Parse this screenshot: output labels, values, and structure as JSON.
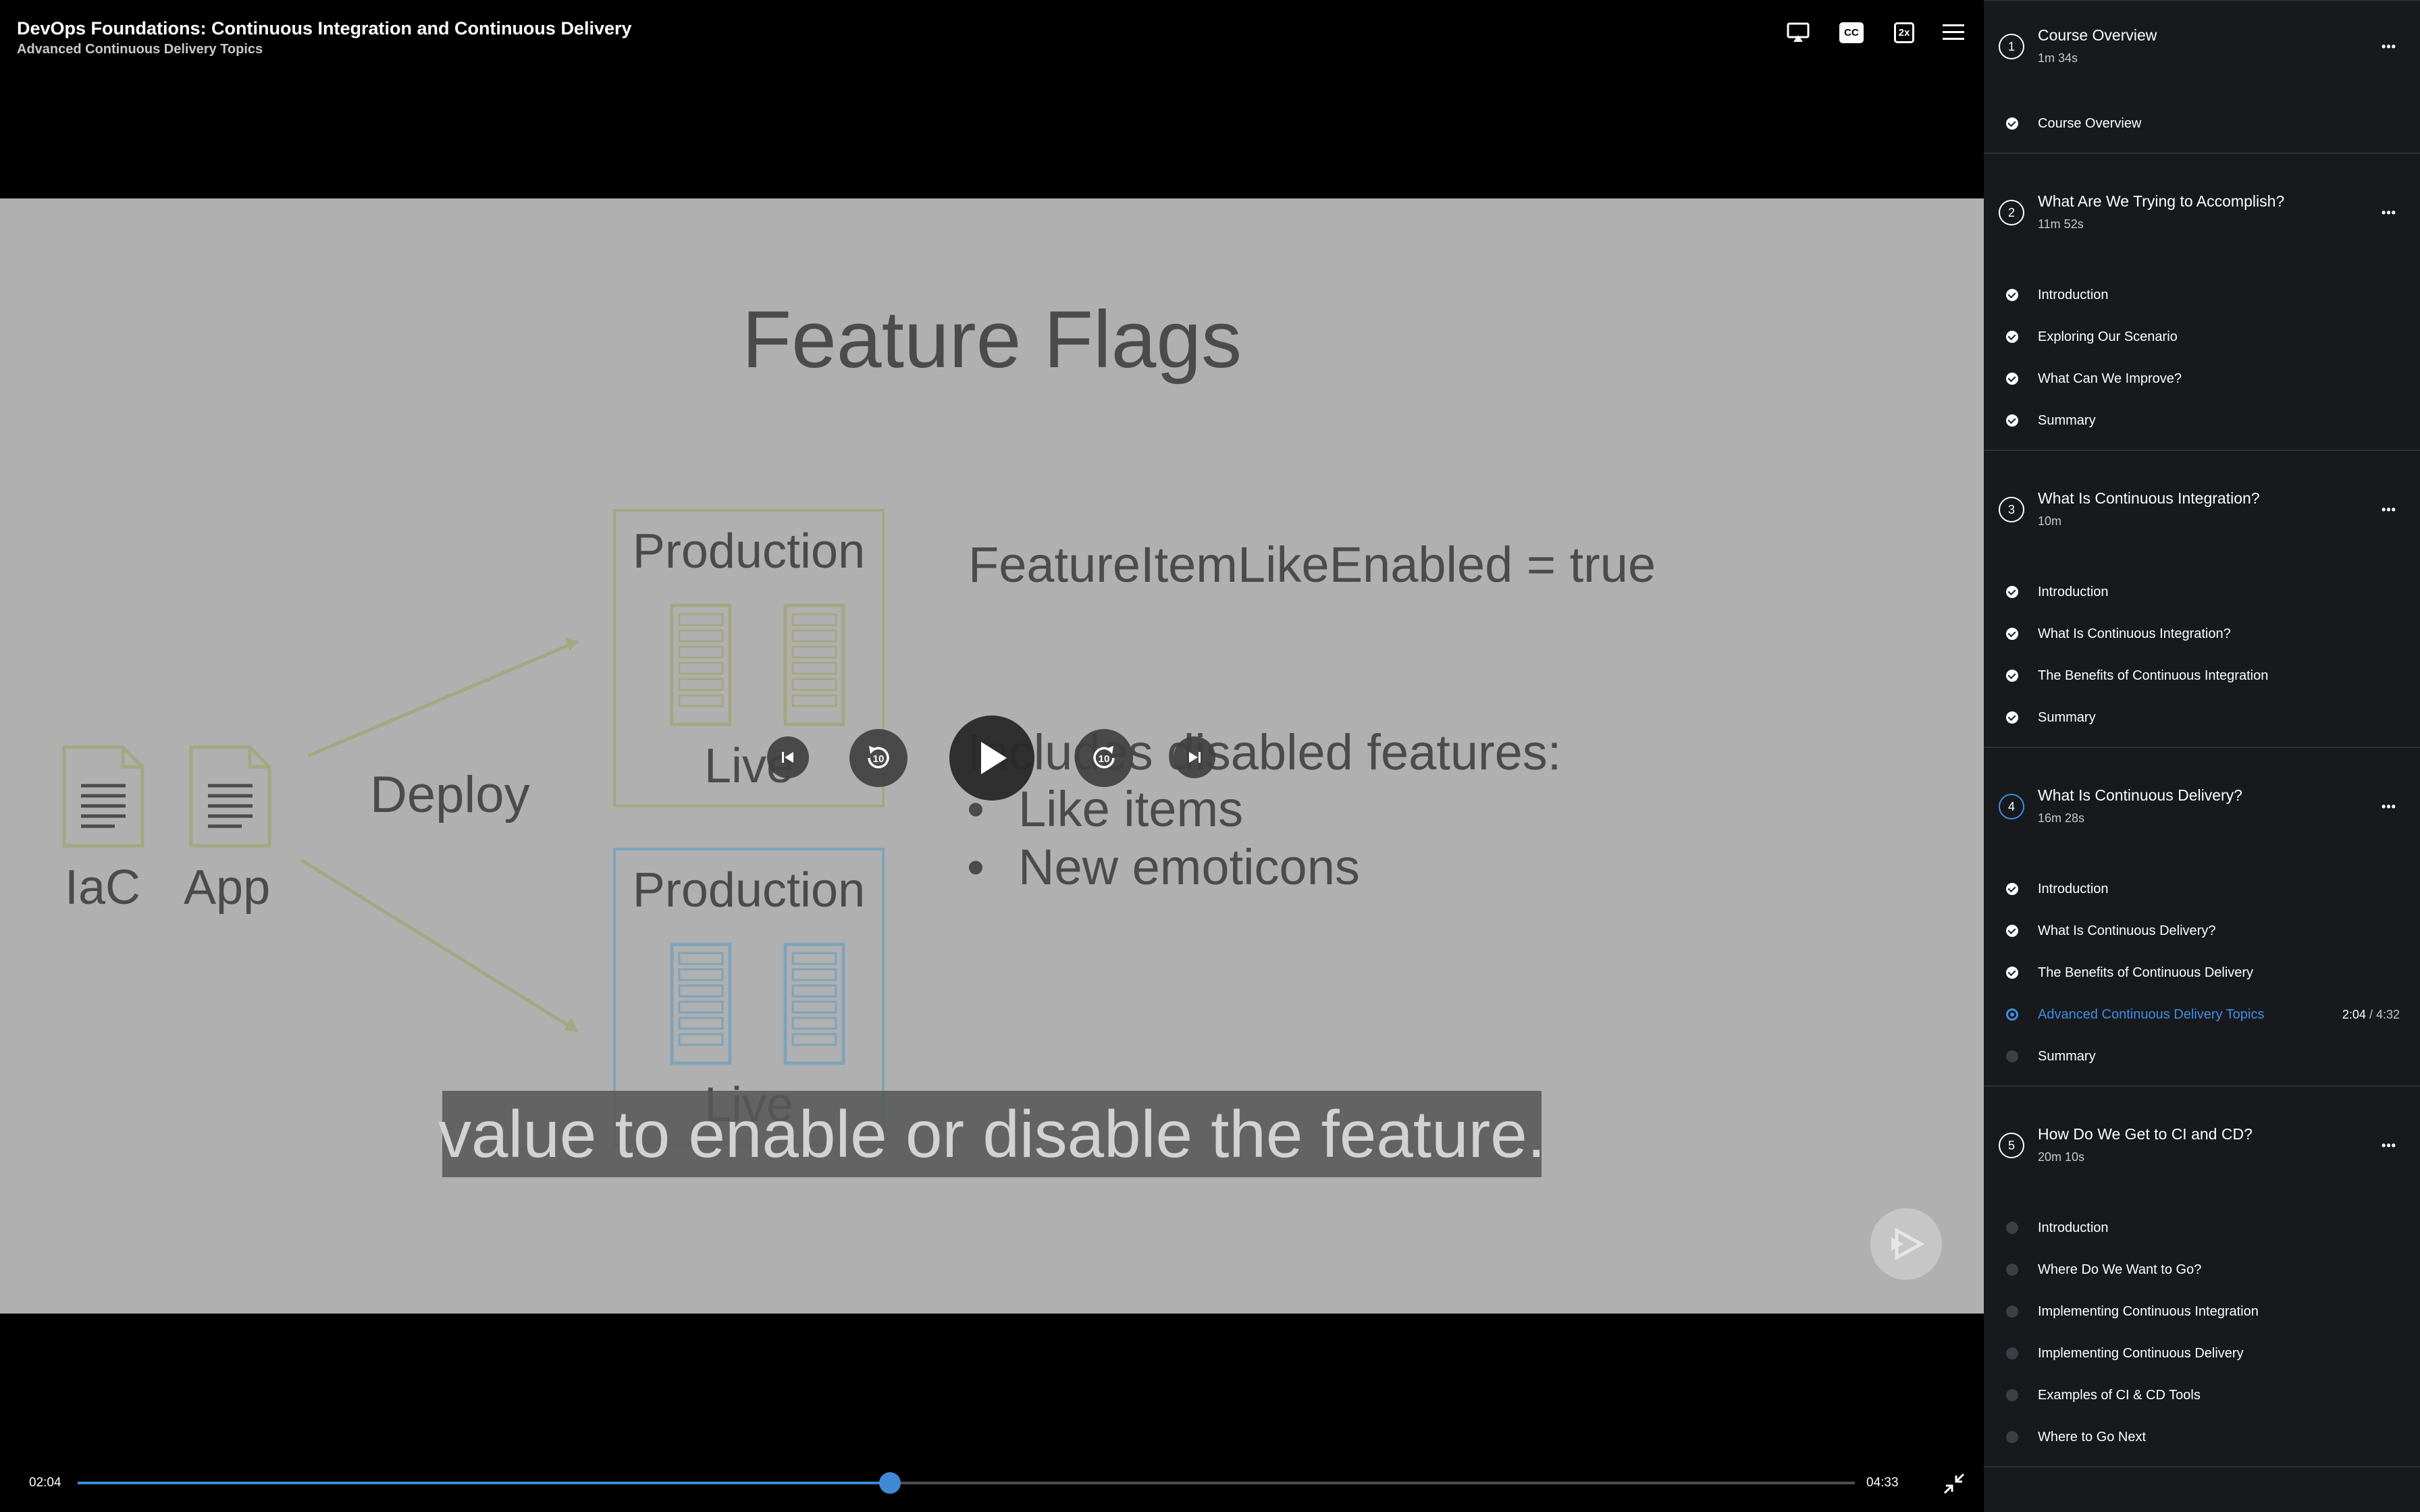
{
  "header": {
    "course_title": "DevOps Foundations: Continuous Integration and Continuous Delivery",
    "clip_title": "Advanced Continuous Delivery Topics",
    "cc_label": "CC",
    "speed_label": "2x"
  },
  "slide": {
    "title": "Feature Flags",
    "iac_label": "IaC",
    "app_label": "App",
    "deploy_label": "Deploy",
    "production_a": "Production",
    "live_a": "Live",
    "production_b": "Production",
    "live_b": "Live",
    "flag_text": "FeatureItemLikeEnabled = true",
    "includes_text": "Includes disabled features:",
    "bullets": [
      "Like items",
      "New emoticons"
    ],
    "bullet_glyph": "•",
    "box_color_a": "#a4a781",
    "box_color_b": "#7ea3ba"
  },
  "caption": "value to enable or disable the feature.",
  "controls": {
    "prev": "skip-previous-icon",
    "rewind_seconds": "10",
    "play": "play-icon",
    "forward_seconds": "10",
    "next": "skip-next-icon"
  },
  "progress": {
    "current": "02:04",
    "total": "04:33",
    "fraction": 0.457,
    "accent": "#3f88d6"
  },
  "sidebar": {
    "modules": [
      {
        "number": "1",
        "title": "Course Overview",
        "duration": "1m 34s",
        "active": false,
        "clips": [
          {
            "label": "Course Overview",
            "status": "done"
          }
        ]
      },
      {
        "number": "2",
        "title": "What Are We Trying to Accomplish?",
        "duration": "11m 52s",
        "active": false,
        "clips": [
          {
            "label": "Introduction",
            "status": "done"
          },
          {
            "label": "Exploring Our Scenario",
            "status": "done"
          },
          {
            "label": "What Can We Improve?",
            "status": "done"
          },
          {
            "label": "Summary",
            "status": "done"
          }
        ]
      },
      {
        "number": "3",
        "title": "What Is Continuous Integration?",
        "duration": "10m",
        "active": false,
        "clips": [
          {
            "label": "Introduction",
            "status": "done"
          },
          {
            "label": "What Is Continuous Integration?",
            "status": "done"
          },
          {
            "label": "The Benefits of Continuous Integration",
            "status": "done"
          },
          {
            "label": "Summary",
            "status": "done"
          }
        ]
      },
      {
        "number": "4",
        "title": "What Is Continuous Delivery?",
        "duration": "16m 28s",
        "active": true,
        "clips": [
          {
            "label": "Introduction",
            "status": "done"
          },
          {
            "label": "What Is Continuous Delivery?",
            "status": "done"
          },
          {
            "label": "The Benefits of Continuous Delivery",
            "status": "done"
          },
          {
            "label": "Advanced Continuous Delivery Topics",
            "status": "current",
            "time_current": "2:04",
            "time_sep": " / ",
            "time_total": "4:32"
          },
          {
            "label": "Summary",
            "status": "todo"
          }
        ]
      },
      {
        "number": "5",
        "title": "How Do We Get to CI and CD?",
        "duration": "20m 10s",
        "active": false,
        "clips": [
          {
            "label": "Introduction",
            "status": "todo"
          },
          {
            "label": "Where Do We Want to Go?",
            "status": "todo"
          },
          {
            "label": "Implementing Continuous Integration",
            "status": "todo"
          },
          {
            "label": "Implementing Continuous Delivery",
            "status": "todo"
          },
          {
            "label": "Examples of CI & CD Tools",
            "status": "todo"
          },
          {
            "label": "Where to Go Next",
            "status": "todo"
          }
        ]
      }
    ],
    "more_glyph": "•••",
    "accent": "#3f8ee0"
  }
}
